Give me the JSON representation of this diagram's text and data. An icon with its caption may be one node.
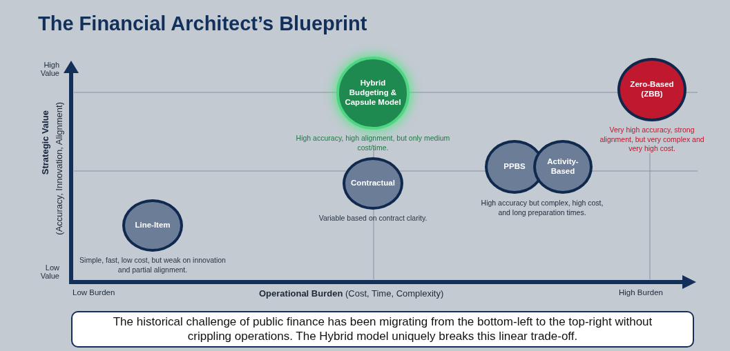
{
  "diagram": {
    "title": "The Financial Architect’s Blueprint",
    "nodes": [
      {
        "text": [
          "Hybrid Budgeting & Capsule Model"
        ],
        "beside": [
          "High accuracy, high alignment, but only medium cost/time."
        ]
      },
      {
        "text": [
          "Zero-Based (ZBB)"
        ],
        "beside": [
          "Very high accuracy, strong alignment, but very complex and very high cost."
        ]
      },
      {
        "text": [
          "PPBS"
        ]
      },
      {
        "text": [
          "Activity-Based"
        ]
      },
      {
        "text": [
          "Contractual"
        ],
        "beside": [
          "Variable based on contract clarity."
        ]
      },
      {
        "text": [
          "Line-Item"
        ],
        "beside": [
          "Simple, fast, low cost, but weak on innovation and partial alignment."
        ]
      },
      {
        "text": [
          "The historical challenge of public finance has been migrating from the bottom-left to the top-right without crippling operations. The Hybrid model uniquely breaks this linear trade-off."
        ]
      }
    ],
    "edges": [],
    "labels": [
      "High Value",
      "Strategic Value",
      "(Accuracy, Innovation, Alignment)",
      "High accuracy but complex, high cost, and long preparation times.",
      "Low Value",
      "Low Burden",
      "**Operational Burden** (Cost, Time, Complexity)",
      "High Burden"
    ]
  }
}
